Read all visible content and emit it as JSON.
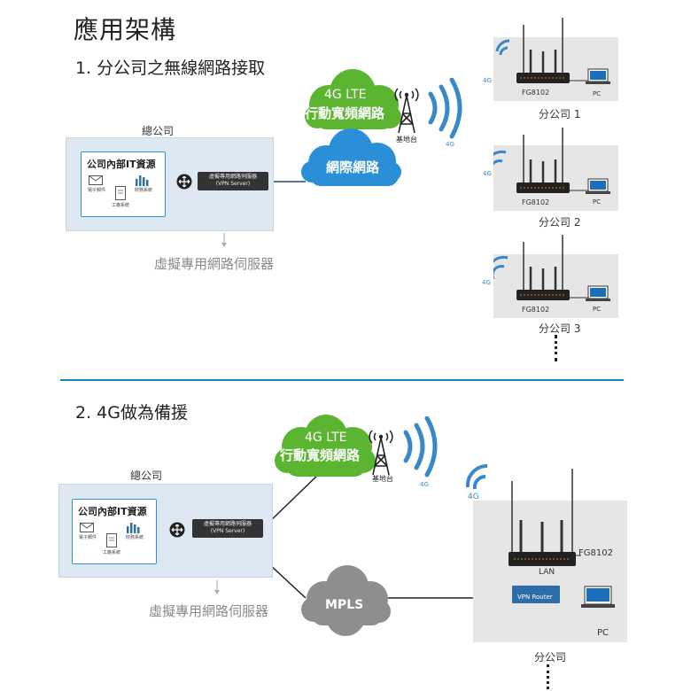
{
  "title": "應用架構",
  "section1": {
    "title": "1. 分公司之無線網路接取",
    "hq_label": "總公司",
    "it_title": "公司內部IT資源",
    "it_items": [
      "電子郵件",
      "財務系統",
      "工廠系統"
    ],
    "vpn_server_line1": "虛擬專用網路伺服器",
    "vpn_server_line2": "(VPN Server)",
    "vps_caption": "虛擬專用網路伺服器",
    "cloud_lte_line1": "4G LTE",
    "cloud_lte_line2": "行動寬頻網路",
    "cloud_internet": "網際網路",
    "base_station": "基地台",
    "signal_4g": "4G",
    "branches": [
      {
        "router": "FG8102",
        "pc": "PC",
        "signal": "4G",
        "label": "分公司 1"
      },
      {
        "router": "FG8102",
        "pc": "PC",
        "signal": "4G",
        "label": "分公司 2"
      },
      {
        "router": "FG8102",
        "pc": "PC",
        "signal": "4G",
        "label": "分公司 3"
      }
    ]
  },
  "section2": {
    "title": "2. 4G做為備援",
    "hq_label": "總公司",
    "it_title": "公司內部IT資源",
    "it_items": [
      "電子郵件",
      "財務系統",
      "工廠系統"
    ],
    "vpn_server_line1": "虛擬專用網路伺服器",
    "vpn_server_line2": "(VPN Server)",
    "vps_caption": "虛擬專用網路伺服器",
    "cloud_lte_line1": "4G LTE",
    "cloud_lte_line2": "行動寬頻網路",
    "base_station": "基地台",
    "signal_4g_a": "4G",
    "signal_4g_b": "4G",
    "mpls": "MPLS",
    "router": "FG8102",
    "lan": "LAN",
    "vpn_router": "VPN Router",
    "pc": "PC",
    "branch_label": "分公司"
  },
  "colors": {
    "accent_blue": "#2f8fd1",
    "cloud_green": "#5cb531",
    "cloud_blue": "#2a8fd6",
    "cloud_gray": "#8e8e8e",
    "divider": "#1e7fc3"
  }
}
